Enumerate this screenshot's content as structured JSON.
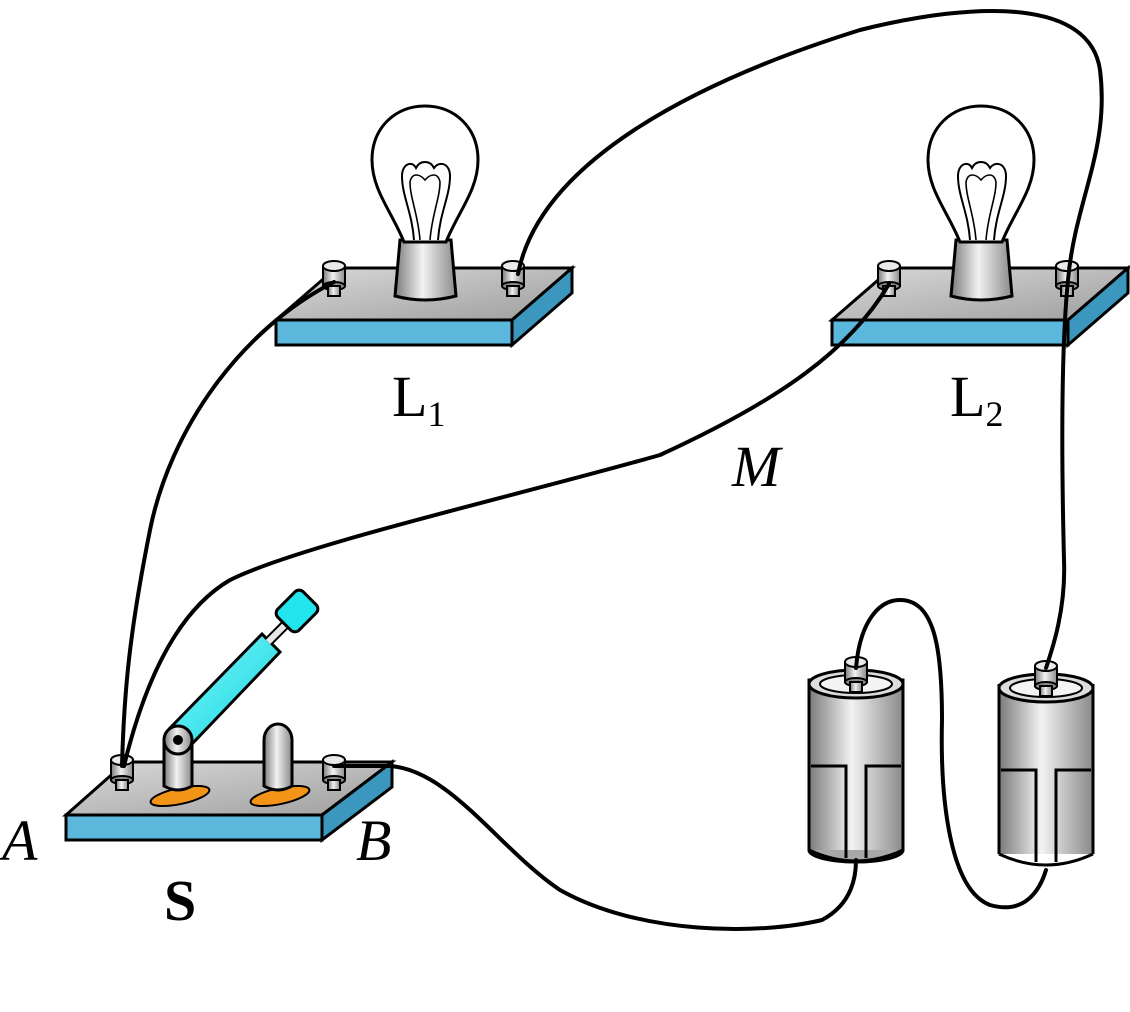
{
  "labels": {
    "lamp1": {
      "main": "L",
      "sub": "1"
    },
    "lamp2": {
      "main": "L",
      "sub": "2"
    },
    "point_m": "M",
    "point_a": "A",
    "point_b": "B",
    "switch_s": "S"
  },
  "colors": {
    "board_top": "#b8b8b8",
    "board_side": "#5bb8dc",
    "switch_lever": "#22e5ee",
    "switch_contact": "#f29418",
    "battery_body": "#c8c8c8",
    "wire": "#000000"
  }
}
